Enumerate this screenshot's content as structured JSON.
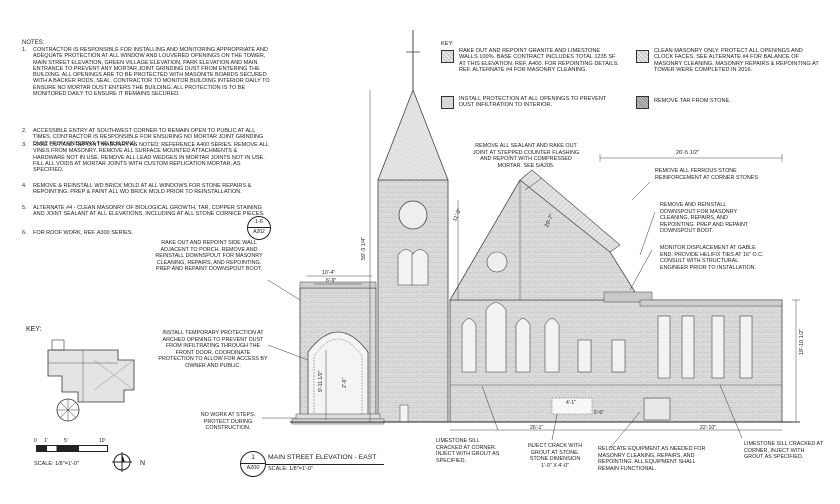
{
  "notes": {
    "title": "NOTES:",
    "items": [
      {
        "num": "1.",
        "text": "CONTRACTOR IS RESPONSIBLE FOR INSTALLING AND MONITORING APPROPRIATE AND ADEQUATE PROTECTION AT ALL WINDOW AND LOUVERED OPENINGS ON THE TOWER, MAIN STREET ELEVATION, GREEN VILLAGE ELEVATION, PARK ELEVATION AND MAIN ENTRANCE TO PREVENT ANY MORTAR JOINT GRINDING DUST FROM ENTERING THE BUILDING. ALL OPENINGS ARE TO BE PROTECTED WITH MASONITE BOARDS SECURED WITH A BACKER RODS, SEAL. CONTRACTOR TO MONITOR BUILDING INTERIOR DAILY TO ENSURE NO MORTAR DUST ENTERS THE BUILDING. ALL PROTECTION IS TO BE MONITORED DAILY TO ENSURE IT REMAINS SECURED."
      },
      {
        "num": "2.",
        "text": "ACCESSIBLE ENTRY AT SOUTHWEST CORNER TO REMAIN OPEN TO PUBLIC AT ALL TIMES. CONTRACTOR IS RESPONSIBLE FOR ENSURING NO MORTAR JOINT GRINDING DUST FROM ENTERING THE BUILDING."
      },
      {
        "num": "3.",
        "text": "RAKE OUT AND REPOINT MASONRY AS NOTED; REFERENCE A400 SERIES. REMOVE ALL VINES FROM MASONRY. REMOVE ALL SURFACE MOUNTED ATTACHMENTS & HARDWARE NOT IN USE. REMOVE ALL LEAD WEDGES IN MORTAR JOINTS NOT IN USE. FILL ALL VOIDS AT MORTAR JOINTS WITH CUSTOM REPLICATION MORTAR, AS SPECIFIED."
      },
      {
        "num": "4.",
        "text": "REMOVE & REINSTALL WD BRICK MOLD AT ALL WINDOWS FOR STONE REPAIRS & REPOINTING. PREP & PAINT ALL WD BRICK MOLD PRIOR TO REINSTALLATION."
      },
      {
        "num": "5.",
        "text": "ALTERNATE #4 - CLEAN MASONRY OF BIOLOGICAL GROWTH, TAR, COPPER STAINING AND JOINT SEALANT AT ALL ELEVATIONS, INCLUDING AT ALL STONE CORNICE PIECES."
      },
      {
        "num": "6.",
        "text": "FOR ROOF WORK, REF. A300 SERIES."
      }
    ]
  },
  "key_legend": {
    "title": "KEY:",
    "items": [
      {
        "text": "RAKE OUT AND REPOINT GRANITE AND LIMESTONE WALLS 100%. BASE CONTRACT INCLUDES TOTAL 1235 SF AT THIS ELEVATION. REF. A400. FOR REPOINTING DETAILS. REF. ALTERNATE #4 FOR MASONRY CLEANING."
      },
      {
        "text": "INSTALL PROTECTION AT ALL OPENINGS TO PREVENT DUST INFILTRATION TO INTERIOR."
      },
      {
        "text": "CLEAN MASONRY ONLY. PROTECT ALL OPENINGS AND CLOCK FACES. SEE ALTERNATE #4 FOR BALANCE OF MASONRY CLEANING. MASONRY REPAIRS & REPOINTING AT TOWER WERE COMPLETED IN 2016."
      },
      {
        "text": "REMOVE TAR FROM STONE."
      }
    ]
  },
  "key_plan": {
    "title": "KEY:"
  },
  "scale_bar": {
    "labels": [
      "0",
      "1'",
      "5'",
      "10'"
    ],
    "scale_text": "SCALE: 1/8\"=1'-0\"",
    "north": "N"
  },
  "section_marker": {
    "num": "1-6",
    "sheet": "A202"
  },
  "title_block": {
    "num": "1",
    "sheet": "A200",
    "title": "MAIN STREET ELEVATION - EAST",
    "scale": "SCALE: 1/8\"=1'-0\""
  },
  "callouts": {
    "left_top": "RAKE OUT AND REPOINT SIDE WALL ADJACENT TO PORCH. REMOVE AND REINSTALL DOWNSPOUT FOR MASONRY CLEANING, REPAIRS, AND REPOINTING. PREP AND REPAINT DOWNSPOUT BOOT.",
    "left_mid": "INSTALL TEMPORARY PROTECTION AT ARCHED OPENING TO PREVENT DUST FROM INFILTRATING THROUGH THE FRONT DOOR. COORDINATE PROTECTION TO ALLOW FOR ACCESS BY OWNER AND PUBLIC.",
    "left_bottom": "NO WORK AT STEPS. PROTECT DURING CONSTRUCTION.",
    "top_center": "REMOVE ALL SEALANT AND RAKE OUT JOINT AT STEPPED COUNTER FLASHING AND REPOINT WITH COMPRESSED MORTAR. SEE 5/A205.",
    "right_ferrous": "REMOVE ALL FERROUS STONE REINFORCEMENT AT CORNER STONES",
    "right_downspout": "REMOVE AND REINSTALL DOWNSPOUT FOR MASONRY CLEANING, REPAIRS, AND REPOINTING. PREP AND REPAINT DOWNSPOUT BOOT.",
    "right_monitor": "MONITOR DISPLACEMENT AT GABLE END. PROVIDE HELIFIX TIES AT 16\" O.C. CONSULT WITH STRUCTURAL ENGINEER PRIOR TO INSTALLATION.",
    "bottom_sill_left": "LIMESTONE SILL CRACKED AT CORNER. INJECT WITH GROUT AS SPECIFIED.",
    "bottom_inject": "INJECT CRACK WITH GROUT AT STONE. STONE DIMENSION 1'-0\" X 4'-0\"",
    "bottom_relocate": "RELOCATE EQUIPMENT AS NEEDED FOR MASONRY CLEANING, REPAIRS, AND REPOINTING. ALL EQUIPMENT SHALL REMAIN FUNCTIONAL.",
    "bottom_sill_right": "LIMESTONE SILL CRACKED AT CORNER, INJECT WITH GROUT AS SPECIFIED."
  },
  "dimensions": {
    "top_width": "26'-5 1/2\"",
    "height_right": "18'-10 1/2\"",
    "tower": "59'-3 1/4\"",
    "gable_left": "11'-0\"",
    "gable_right": "20'-7\"",
    "bay_left": "10'-4\"",
    "bay_inner": "6'-9\"",
    "door_height": "9'-11 1/2\"",
    "door_small": "2'-6\"",
    "bottom_left": "26'-1\"",
    "bottom_right": "22'-10\"",
    "small_sill": "4'-1\"",
    "small_height": "5'-6\""
  }
}
